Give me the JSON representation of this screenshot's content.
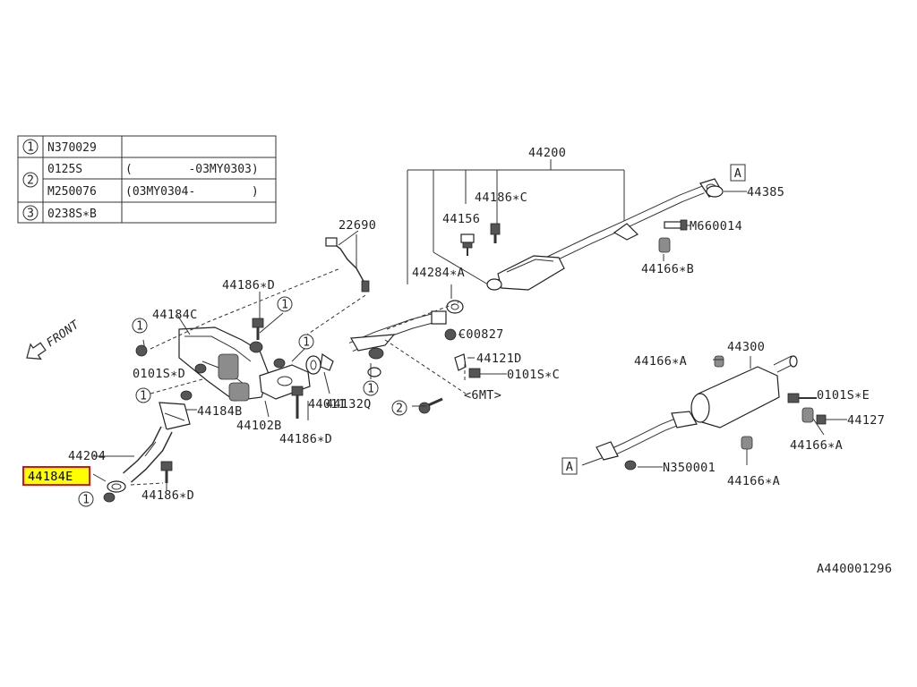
{
  "legend_table": {
    "rows": [
      {
        "num": "1",
        "part": "N370029",
        "note": ""
      },
      {
        "num": "2",
        "part": "0125S",
        "note": "(        -03MY0303)"
      },
      {
        "num": "",
        "part": "M250076",
        "note": "(03MY0304-        )"
      },
      {
        "num": "3",
        "part": "0238S∗B",
        "note": ""
      }
    ]
  },
  "front_label": "FRONT",
  "highlight": {
    "label": "44184E",
    "fill_color": "#ffff00",
    "border_color": "#e01010"
  },
  "labels": {
    "p44200": "44200",
    "p44385": "44385",
    "p44186c": "44186∗C",
    "p44156": "44156",
    "m660014": "M660014",
    "p22690": "22690",
    "p44284a": "44284∗A",
    "p44166b": "44166∗B",
    "p44186d_top": "44186∗D",
    "p44184c": "44184C",
    "c00827": "C00827",
    "p0101sd": "0101S∗D",
    "p44121d": "44121D",
    "p0101sc": "0101S∗C",
    "mt6": "<6MT>",
    "p44184b": "44184B",
    "p44102b": "44102B",
    "p44011": "44011",
    "p44132q": "44132Q",
    "p44186d_mid": "44186∗D",
    "p44204": "44204",
    "p44186d_bot": "44186∗D",
    "p44300": "44300",
    "p44166a_top": "44166∗A",
    "p0101se": "0101S∗E",
    "p44127": "44127",
    "p44166a_right": "44166∗A",
    "n350001": "N350001",
    "p44166a_bot": "44166∗A",
    "ref_a_top": "A",
    "ref_a_bot": "A",
    "diagram_code": "A440001296"
  },
  "callouts": {
    "c1a": "1",
    "c1b": "1",
    "c1c": "1",
    "c1d": "1",
    "c1e": "1",
    "c1f": "1",
    "c2": "2"
  },
  "icons": [
    "front-arrow-icon",
    "bolt-icon",
    "nut-icon",
    "clamp-icon",
    "gasket-icon",
    "o2-sensor-icon"
  ]
}
